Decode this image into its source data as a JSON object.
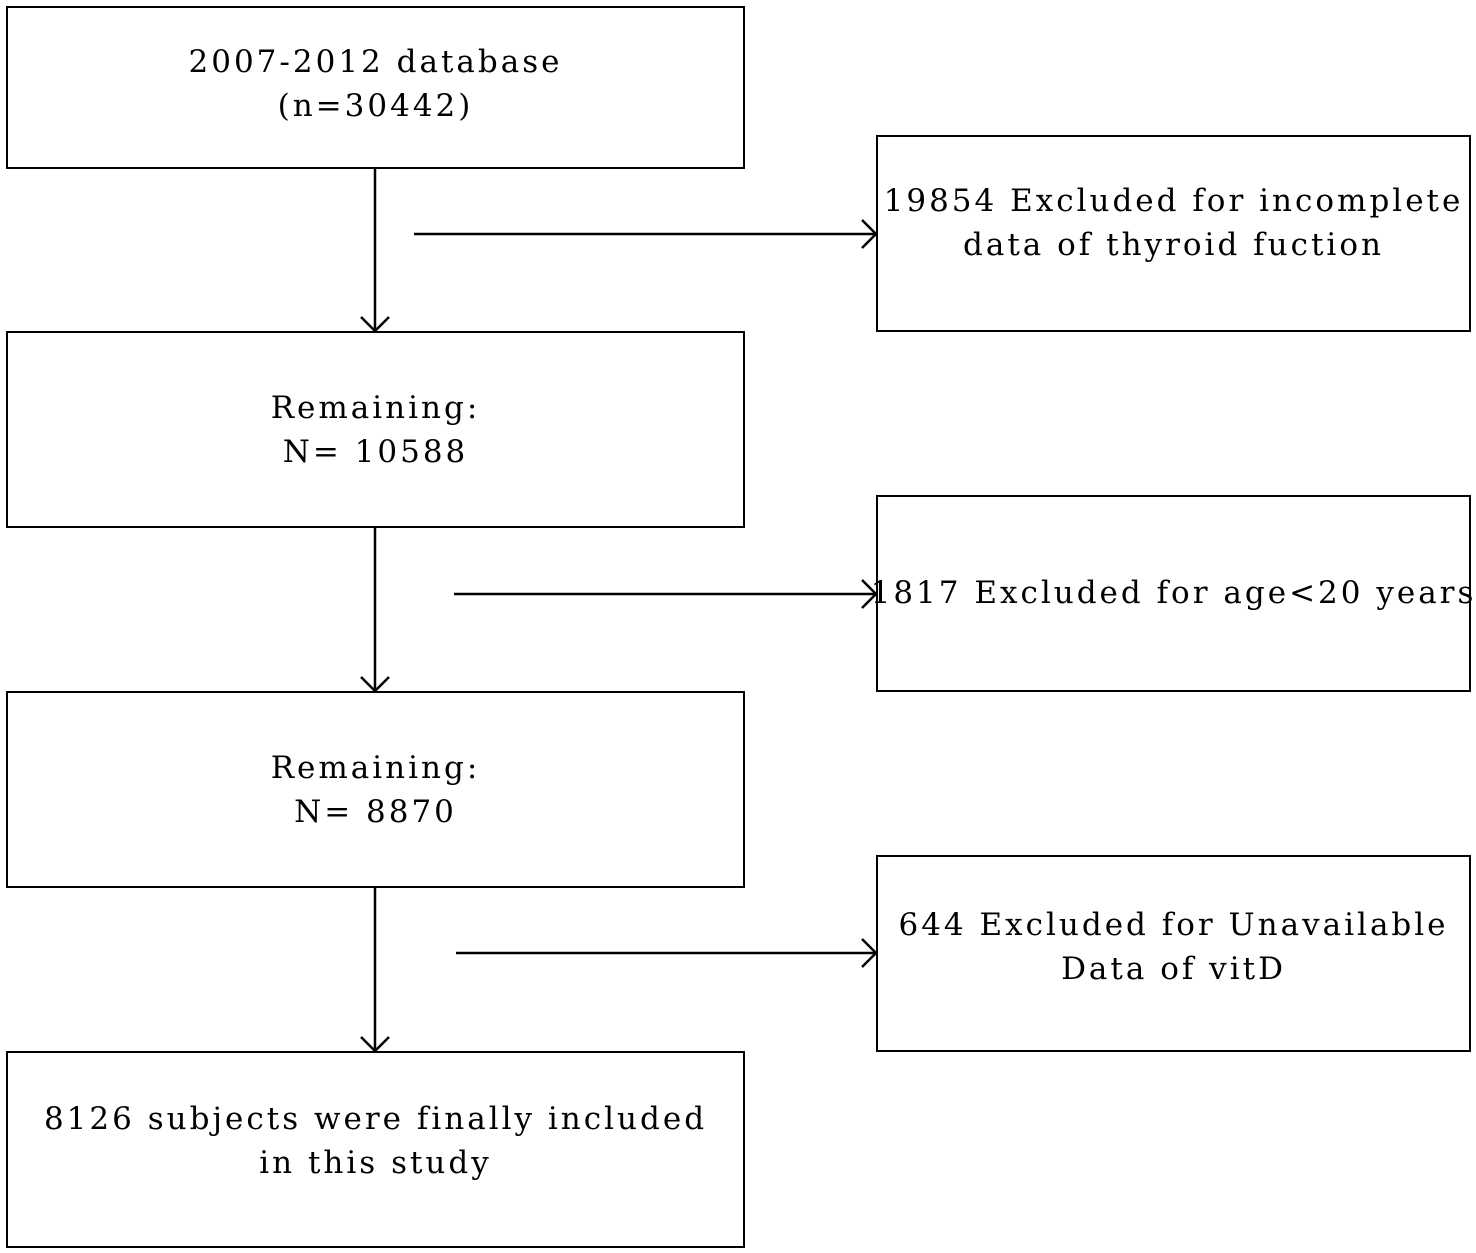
{
  "main_boxes": [
    {
      "lines": [
        "2007-2012 database",
        "(n=30442)"
      ]
    },
    {
      "lines": [
        "Remaining:",
        "N= 10588"
      ]
    },
    {
      "lines": [
        "Remaining:",
        "N= 8870"
      ]
    },
    {
      "lines": [
        "8126 subjects were finally included",
        "in this study"
      ]
    }
  ],
  "exclusion_boxes": [
    {
      "lines": [
        "19854 Excluded for incomplete",
        "data of thyroid fuction"
      ]
    },
    {
      "lines": [
        "1817 Excluded for age<20 years"
      ]
    },
    {
      "lines": [
        "644 Excluded for Unavailable",
        "Data of vitD"
      ]
    }
  ],
  "colors": {
    "stroke": "#000000",
    "background": "#ffffff"
  }
}
